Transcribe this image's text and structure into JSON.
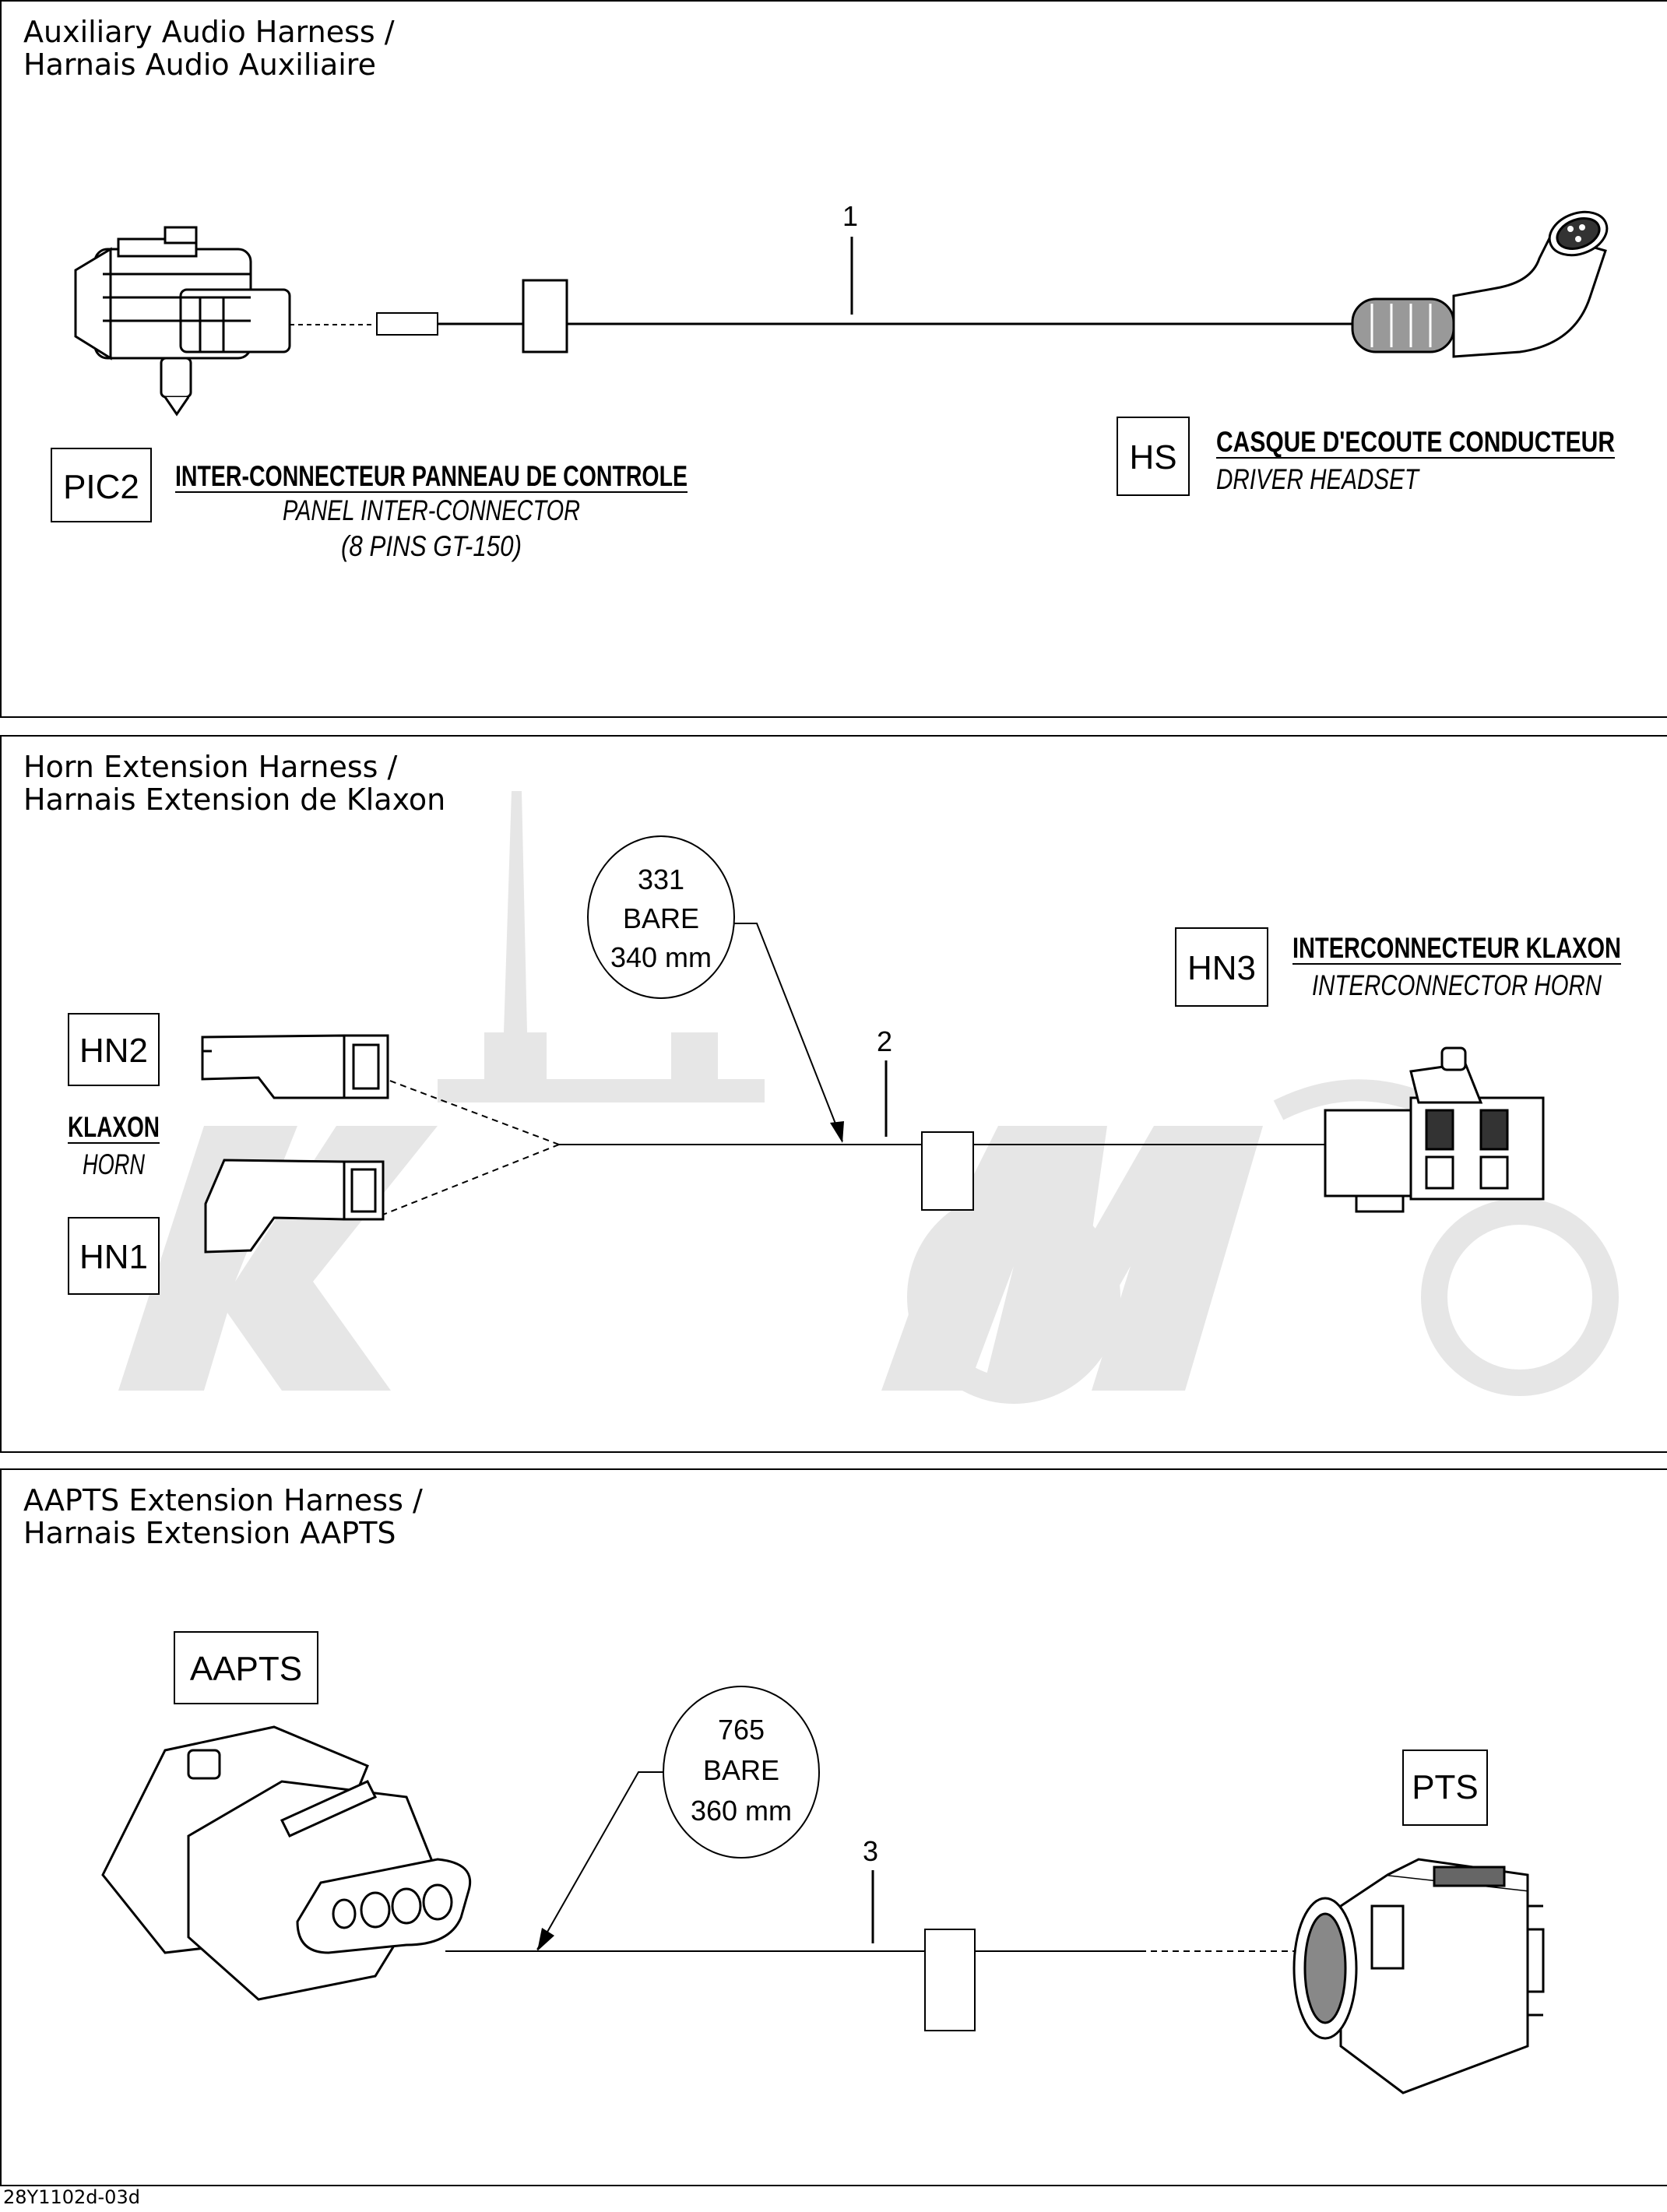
{
  "panels": [
    {
      "title_line1": "Auxiliary Audio Harness /",
      "title_line2": "Harnais Audio Auxiliaire",
      "item_number": "1",
      "left_tag": "PIC2",
      "left_label_1": "INTER-CONNECTEUR PANNEAU DE CONTROLE",
      "left_label_2": "PANEL INTER-CONNECTOR",
      "left_label_3": "(8 PINS GT-150)",
      "right_tag": "HS",
      "right_label_1": "CASQUE D'ECOUTE CONDUCTEUR",
      "right_label_2": "DRIVER HEADSET"
    },
    {
      "title_line1": "Horn Extension Harness /",
      "title_line2": "Harnais Extension de Klaxon",
      "item_number": "2",
      "wire_code": "331",
      "wire_type": "BARE",
      "wire_length": "340 mm",
      "tag_hn2": "HN2",
      "tag_hn1": "HN1",
      "horn_label_1": "KLAXON",
      "horn_label_2": "HORN",
      "right_tag": "HN3",
      "right_label_1": "INTERCONNECTEUR KLAXON",
      "right_label_2": "INTERCONNECTOR HORN"
    },
    {
      "title_line1": "AAPTS Extension Harness /",
      "title_line2": "Harnais Extension AAPTS",
      "item_number": "3",
      "wire_code": "765",
      "wire_type": "BARE",
      "wire_length": "360 mm",
      "left_tag": "AAPTS",
      "right_tag": "PTS"
    }
  ],
  "footer_code": "28Y1102d-03d",
  "colors": {
    "line": "#000000",
    "watermark": "#e6e6e6",
    "background": "#ffffff"
  }
}
